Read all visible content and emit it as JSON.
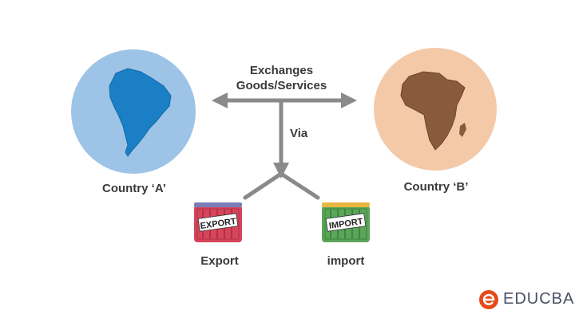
{
  "diagram": {
    "flow_label_line1": "Exchanges",
    "flow_label_line2": "Goods/Services",
    "via_label": "Via",
    "country_a": {
      "label": "Country ‘A’",
      "continent_icon": "south-america-icon",
      "color": "#9dc3e6"
    },
    "country_b": {
      "label": "Country ‘B’",
      "continent_icon": "africa-icon",
      "color": "#f4c9a8"
    },
    "export": {
      "label": "Export",
      "badge_text": "EXPORT",
      "icon": "export-container-icon",
      "color": "#d6455a"
    },
    "import": {
      "label": "import",
      "badge_text": "IMPORT",
      "icon": "import-container-icon",
      "color": "#5aa55a"
    }
  },
  "brand": {
    "name": "EDUCBA",
    "color": "#e64a19",
    "icon": "educba-logo-icon"
  }
}
